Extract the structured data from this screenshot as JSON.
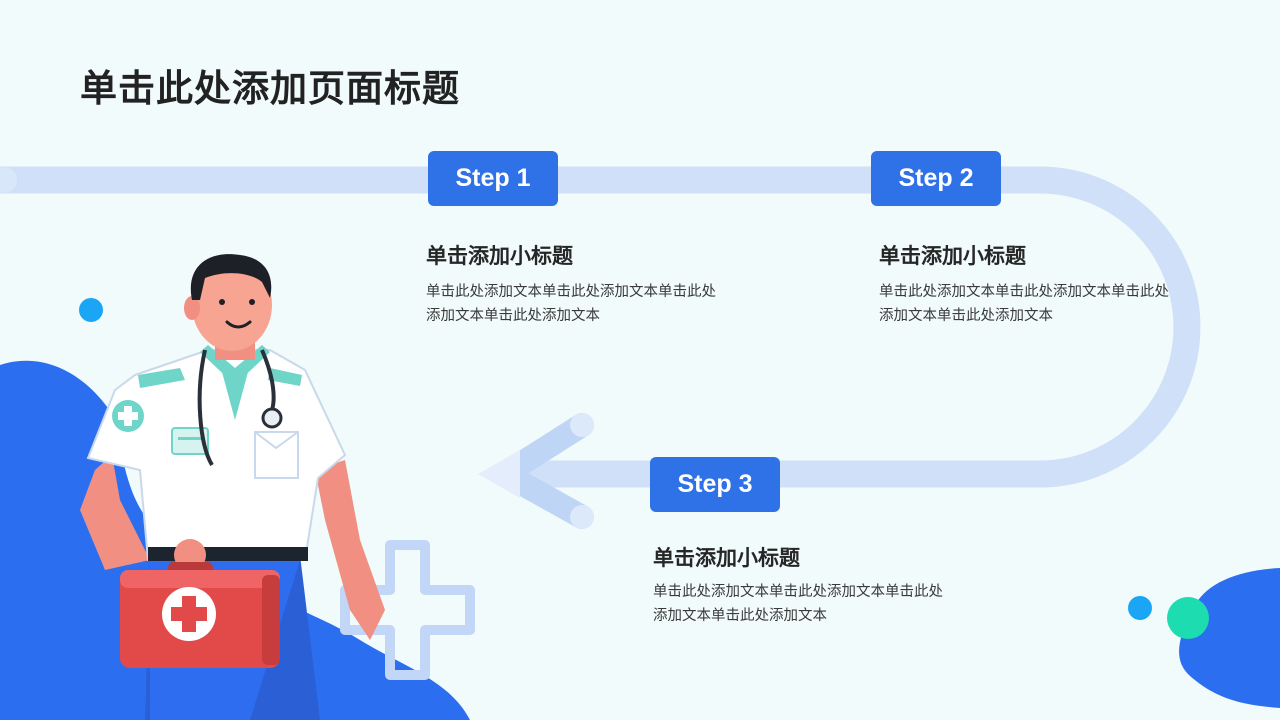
{
  "page": {
    "title": "单击此处添加页面标题"
  },
  "steps": [
    {
      "badge": "Step 1",
      "title": "单击添加小标题",
      "text": "单击此处添加文本单击此处添加文本单击此处添加文本单击此处添加文本"
    },
    {
      "badge": "Step 2",
      "title": "单击添加小标题",
      "text": "单击此处添加文本单击此处添加文本单击此处添加文本单击此处添加文本"
    },
    {
      "badge": "Step 3",
      "title": "单击添加小标题",
      "text": "单击此处添加文本单击此处添加文本单击此处添加文本单击此处添加文本"
    }
  ],
  "colors": {
    "accent": "#2f72e8",
    "path": "#cfe0f8",
    "blob": "#2b6ff0",
    "teal": "#1ddcb0",
    "background": "#f1fbfb"
  },
  "icons": {
    "illustration": "doctor-with-first-aid-kit",
    "decor": "medical-cross-outline-icon",
    "arrow": "arrow-left-icon"
  }
}
